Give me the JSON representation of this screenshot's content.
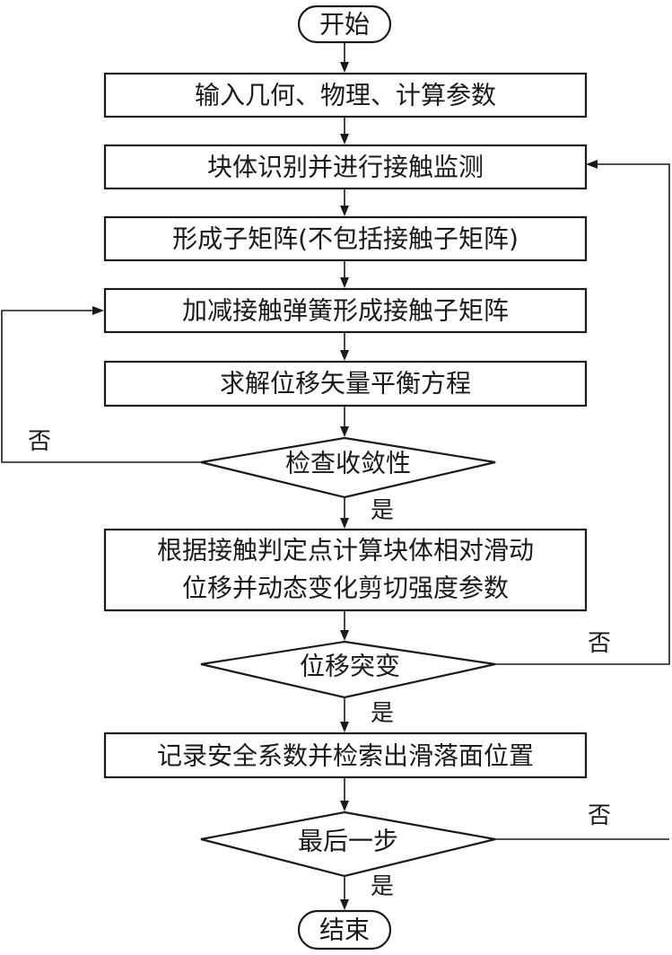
{
  "nodes": {
    "start": "开始",
    "input_params": "输入几何、物理、计算参数",
    "block_detect": "块体识别并进行接触监测",
    "sub_matrix": "形成子矩阵(不包括接触子矩阵)",
    "contact_springs": "加减接触弹簧形成接触子矩阵",
    "solve": "求解位移矢量平衡方程",
    "convergence": "检查收敛性",
    "sliding_line1": "根据接触判定点计算块体相对滑动",
    "sliding_line2": "位移并动态变化剪切强度参数",
    "displacement_jump": "位移突变",
    "record": "记录安全系数并检索出滑落面位置",
    "last_step": "最后一步",
    "end": "结束"
  },
  "edge_labels": {
    "convergence_no": "否",
    "convergence_yes": "是",
    "jump_no": "否",
    "jump_yes": "是",
    "last_no": "否",
    "last_yes": "是"
  }
}
